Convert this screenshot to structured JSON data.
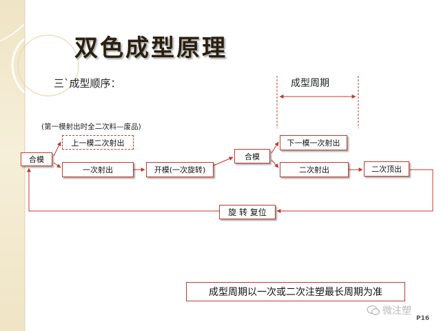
{
  "title": "双色成型原理",
  "section_heading": "三`成型顺序：",
  "cycle_label": "成型周期",
  "scrap_note": "(第一模射出时全二次料—废品)",
  "boxes": {
    "close_mold_1": "合模",
    "prev_mold_second_shot": "上一模二次射出",
    "first_shot": "一次射出",
    "open_mold": "开模(一次旋转)",
    "close_mold_2": "合模",
    "next_mold_first_shot": "下一模一次射出",
    "second_shot": "二次射出",
    "second_eject": "二次顶出",
    "rotate_reset": "旋 转 复位"
  },
  "bottom_note": "成型周期以一次或二次注塑最长周期为准",
  "watermark": "微注塑",
  "page_number": "P16",
  "colors": {
    "line": "#c0392b",
    "sidebar": "#efe4c4"
  }
}
